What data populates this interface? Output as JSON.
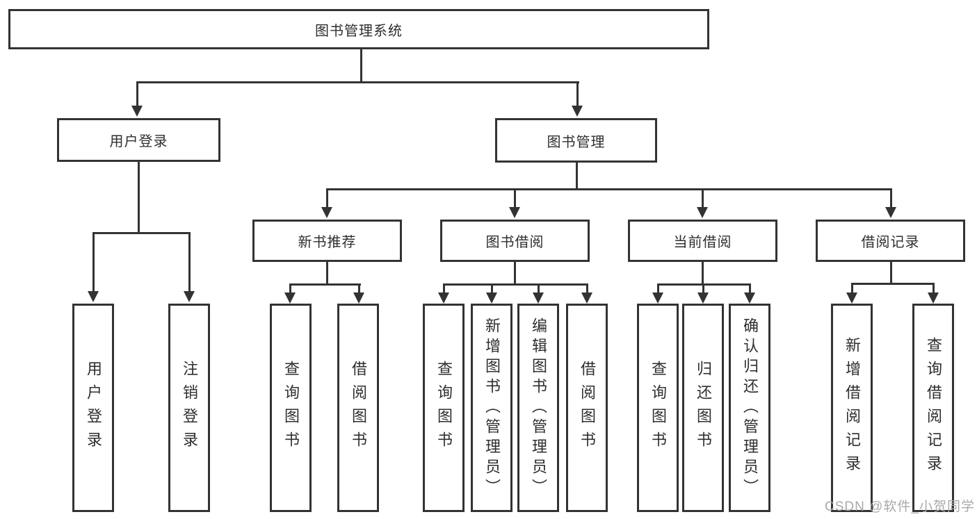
{
  "tree": {
    "root": "图书管理系统",
    "login": {
      "label": "用户登录",
      "children": [
        "用户登录",
        "注销登录"
      ]
    },
    "manage": {
      "label": "图书管理",
      "sections": [
        {
          "label": "新书推荐",
          "children": [
            "查询图书",
            "借阅图书"
          ]
        },
        {
          "label": "图书借阅",
          "children": [
            "查询图书",
            "新增图书（管理员）",
            "编辑图书（管理员）",
            "借阅图书"
          ]
        },
        {
          "label": "当前借阅",
          "children": [
            "查询图书",
            "归还图书",
            "确认归还（管理员）"
          ]
        },
        {
          "label": "借阅记录",
          "children": [
            "新增借阅记录",
            "查询借阅记录"
          ]
        }
      ]
    }
  },
  "watermark": "CSDN @软件_小贺同学",
  "colors": {
    "line": "#333333",
    "text": "#2e2e2e",
    "watermark": "#a9a9a9",
    "background": "#ffffff"
  }
}
